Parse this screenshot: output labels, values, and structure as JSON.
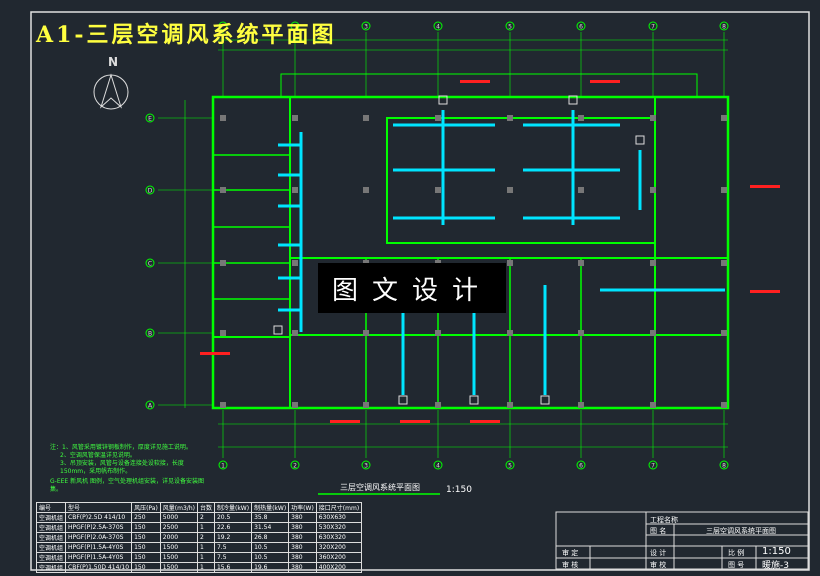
{
  "drawing": {
    "title": "A1-三层空调风系统平面图",
    "north_label": "N",
    "watermark": "图文设计",
    "caption": "三层空调风系统平面图",
    "caption_scale": "1:150",
    "axes_bottom": [
      "1",
      "2",
      "3",
      "4",
      "5",
      "6",
      "7",
      "8"
    ],
    "axes_left": [
      "E",
      "D",
      "C",
      "B",
      "A"
    ],
    "colors": {
      "background": "#212830",
      "walls": "#00ff00",
      "ducts": "#00e5ff",
      "labels": "#ff2020",
      "title": "#ffff40"
    }
  },
  "notes": [
    "注：1、风管采用镀锌钢板制作，厚度详见施工说明。",
    "2、空调风管保温详见说明。",
    "3、吊顶安装，风管与设备连接处设软接，长度150mm，采用帆布制作。",
    "G-EEE 新风机 图例，空气处理机组安装，详见设备安装图集。"
  ],
  "equipment_table": {
    "headers": [
      "编号",
      "型号",
      "风压(Pa)",
      "风量(m3/h)",
      "台数",
      "制冷量(kW)",
      "制热量(kW)",
      "功率(W)",
      "接口尺寸(mm)"
    ],
    "rows": [
      [
        "空调机组",
        "CBF(P)2.5D 414/10",
        "250",
        "5000",
        "2",
        "20.5",
        "35.8",
        "380",
        "630X630"
      ],
      [
        "空调机组",
        "HPGF(P)2.5A-370S",
        "150",
        "2500",
        "1",
        "22.6",
        "31.54",
        "380",
        "530X320"
      ],
      [
        "空调机组",
        "HPGF(P)2.0A-370S",
        "150",
        "2000",
        "2",
        "19.2",
        "26.8",
        "380",
        "630X320"
      ],
      [
        "空调机组",
        "HPGF(P)1.5A-4Y0S",
        "150",
        "1500",
        "1",
        "7.5",
        "10.5",
        "380",
        "320X200"
      ],
      [
        "空调机组",
        "HPGF(P)1.5A-4Y0S",
        "150",
        "1500",
        "1",
        "7.5",
        "10.5",
        "380",
        "360X200"
      ],
      [
        "空调机组",
        "CBF(P)1.50D 414/10",
        "150",
        "1500",
        "1",
        "15.6",
        "19.6",
        "380",
        "400X200"
      ]
    ]
  },
  "title_block": {
    "project_label": "工程名称",
    "drawing_name_label": "图 名",
    "drawing_name": "三层空调风系统平面图",
    "approve_label": "审 定",
    "audit_label": "审 核",
    "design_label": "设 计",
    "check_label": "审 校",
    "scale_label": "比 例",
    "scale": "1:150",
    "number_label": "图 号",
    "number": "暖施-3"
  }
}
